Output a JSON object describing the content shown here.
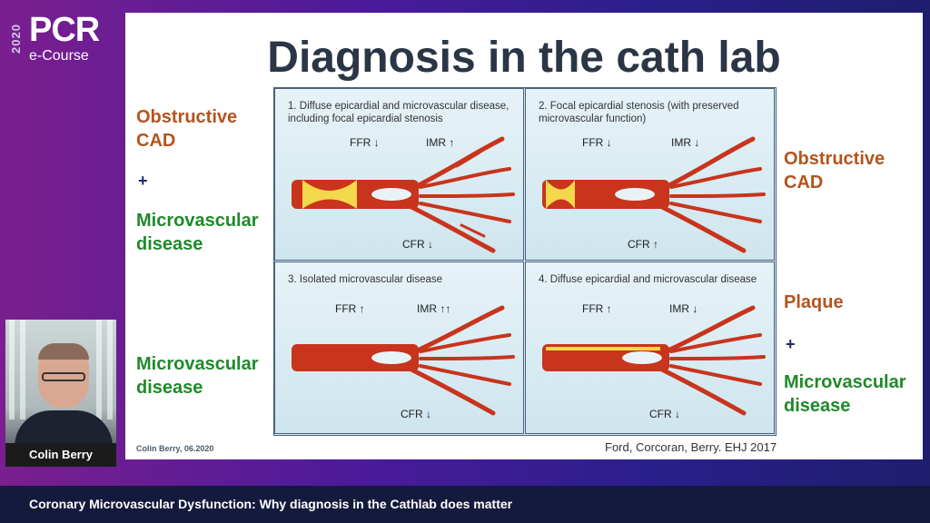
{
  "brand": {
    "year": "2020",
    "logo": "PCR",
    "subtitle": "e-Course"
  },
  "slide": {
    "title": "Diagnosis in the cath lab",
    "left_labels": {
      "obstructive": "Obstructive CAD",
      "plus": "+",
      "microvascular_1": "Microvascular disease",
      "microvascular_2": "Microvascular disease"
    },
    "right_labels": {
      "obstructive": "Obstructive CAD",
      "plaque": "Plaque",
      "plus": "+",
      "microvascular": "Microvascular disease"
    },
    "panels": [
      {
        "text": "1. Diffuse epicardial and microvascular disease, including focal epicardial stenosis",
        "ffr": "FFR",
        "ffr_arrow": "↓",
        "imr": "IMR",
        "imr_arrow": "↑",
        "cfr": "CFR",
        "cfr_arrow": "↓"
      },
      {
        "text": "2. Focal epicardial stenosis (with preserved microvascular function)",
        "ffr": "FFR",
        "ffr_arrow": "↓",
        "imr": "IMR",
        "imr_arrow": "↓",
        "cfr": "CFR",
        "cfr_arrow": "↑"
      },
      {
        "text": "3. Isolated microvascular disease",
        "ffr": "FFR",
        "ffr_arrow": "↑",
        "imr": "IMR",
        "imr_arrow": "↑↑",
        "cfr": "CFR",
        "cfr_arrow": "↓"
      },
      {
        "text": "4. Diffuse epicardial and microvascular disease",
        "ffr": "FFR",
        "ffr_arrow": "↑",
        "imr": "IMR",
        "imr_arrow": "↓",
        "cfr": "CFR",
        "cfr_arrow": "↓"
      }
    ],
    "credit": "Colin Berry, 06.2020",
    "citation": "Ford, Corcoran, Berry. EHJ 2017"
  },
  "webcam": {
    "name": "Colin Berry"
  },
  "footer": {
    "title": "Coronary Microvascular Dysfunction: Why diagnosis in the Cathlab does matter"
  },
  "colors": {
    "orange_label": "#b4541e",
    "green_label": "#1f8a2a",
    "footer_bg": "#141a3c",
    "vessel": "#c8341c"
  }
}
